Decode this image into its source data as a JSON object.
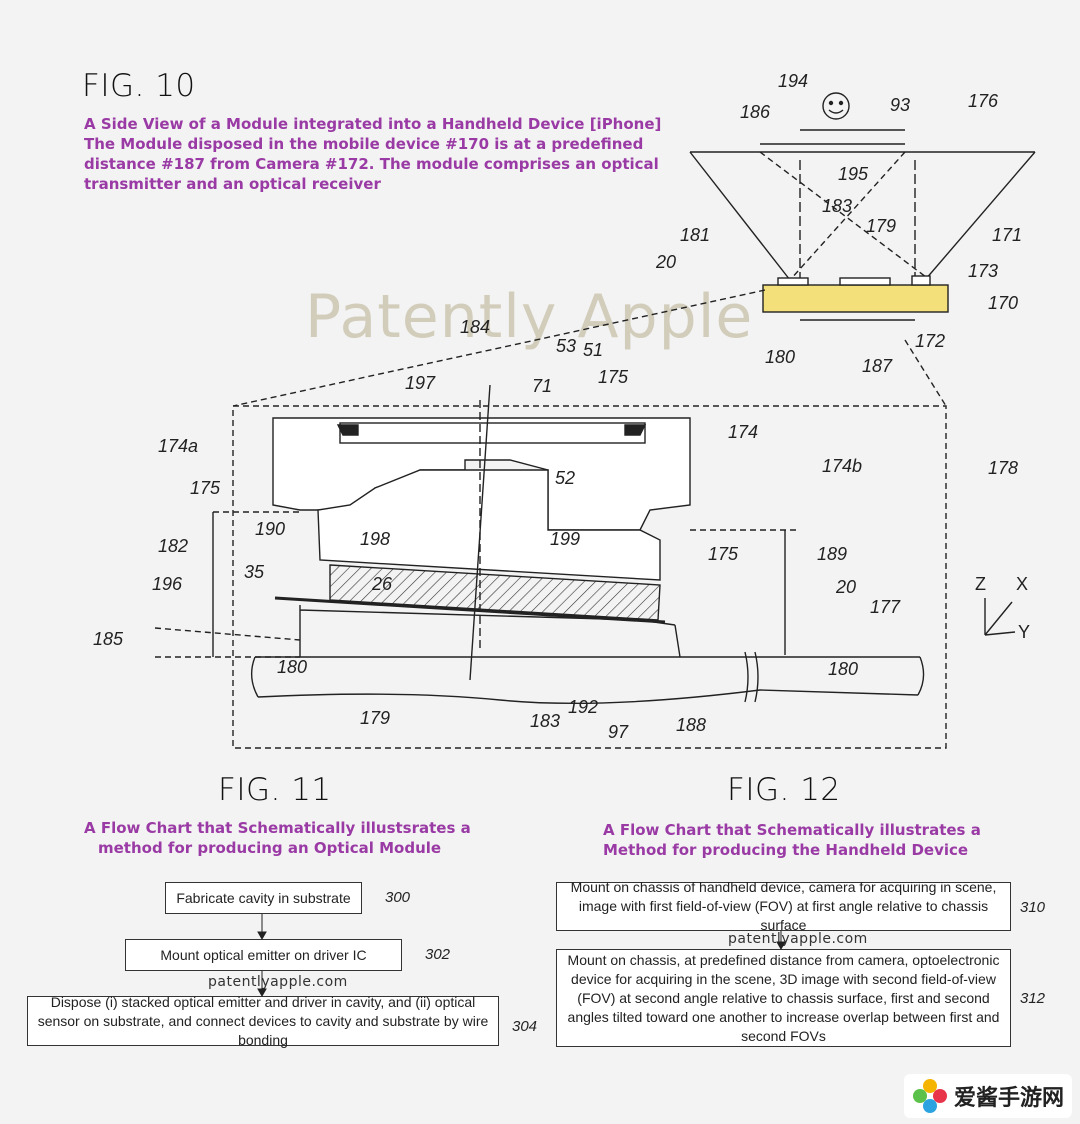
{
  "fig10": {
    "title": "FIG. 10",
    "caption": [
      "A Side View of a Module integrated into a Handheld Device [iPhone]",
      "The Module disposed in the mobile device #170 is at a predefined",
      "distance #187 from Camera #172. The module comprises an optical",
      "transmitter and an optical receiver"
    ],
    "labels": {
      "194": "194",
      "93": "93",
      "176": "176",
      "186": "186",
      "195": "195",
      "183": "183",
      "179": "179",
      "181": "181",
      "171": "171",
      "20": "20",
      "173": "173",
      "170": "170",
      "180": "180",
      "172": "172",
      "187": "187",
      "184": "184",
      "53": "53",
      "51": "51",
      "175": "175",
      "197": "197",
      "71": "71",
      "174a": "174a",
      "174": "174",
      "174b": "174b",
      "178": "178",
      "52": "52",
      "198": "198",
      "199": "199",
      "190": "190",
      "182": "182",
      "189": "189",
      "35": "35",
      "26": "26",
      "196": "196",
      "177": "177",
      "185": "185",
      "192": "192",
      "97": "97",
      "188": "188",
      "z": "Z",
      "x": "X",
      "y": "Y"
    }
  },
  "watermark": "Patently Apple",
  "fig11": {
    "title": "FIG. 11",
    "caption": [
      "A Flow Chart that Schematically illustsrates a",
      "method for producing an Optical Module"
    ],
    "steps": [
      {
        "text": "Fabricate cavity in substrate",
        "ref": "300"
      },
      {
        "text": "Mount optical emitter on driver IC",
        "ref": "302"
      },
      {
        "text": "Dispose (i) stacked optical emitter and driver in cavity, and (ii) optical sensor on substrate, and connect devices to cavity and substrate by wire bonding",
        "ref": "304"
      }
    ],
    "site": "patentlyapple.com"
  },
  "fig12": {
    "title": "FIG. 12",
    "caption": [
      "A Flow Chart that Schematically illustrates a",
      "Method for producing the Handheld Device"
    ],
    "steps": [
      {
        "text": "Mount on chassis of handheld device, camera for acquiring in scene, image with first field-of-view (FOV) at first angle relative to chassis surface",
        "ref": "310"
      },
      {
        "text": "Mount on chassis, at predefined distance from camera, optoelectronic device for acquiring in the scene, 3D image with second field-of-view (FOV) at second angle relative to chassis surface, first and second angles tilted toward one another to increase overlap between first and second FOVs",
        "ref": "312"
      }
    ],
    "site": "patentlyapple.com"
  },
  "logo": "爱酱手游网",
  "colors": {
    "caption": "#9a3aa5",
    "device": "#f3e07a"
  }
}
